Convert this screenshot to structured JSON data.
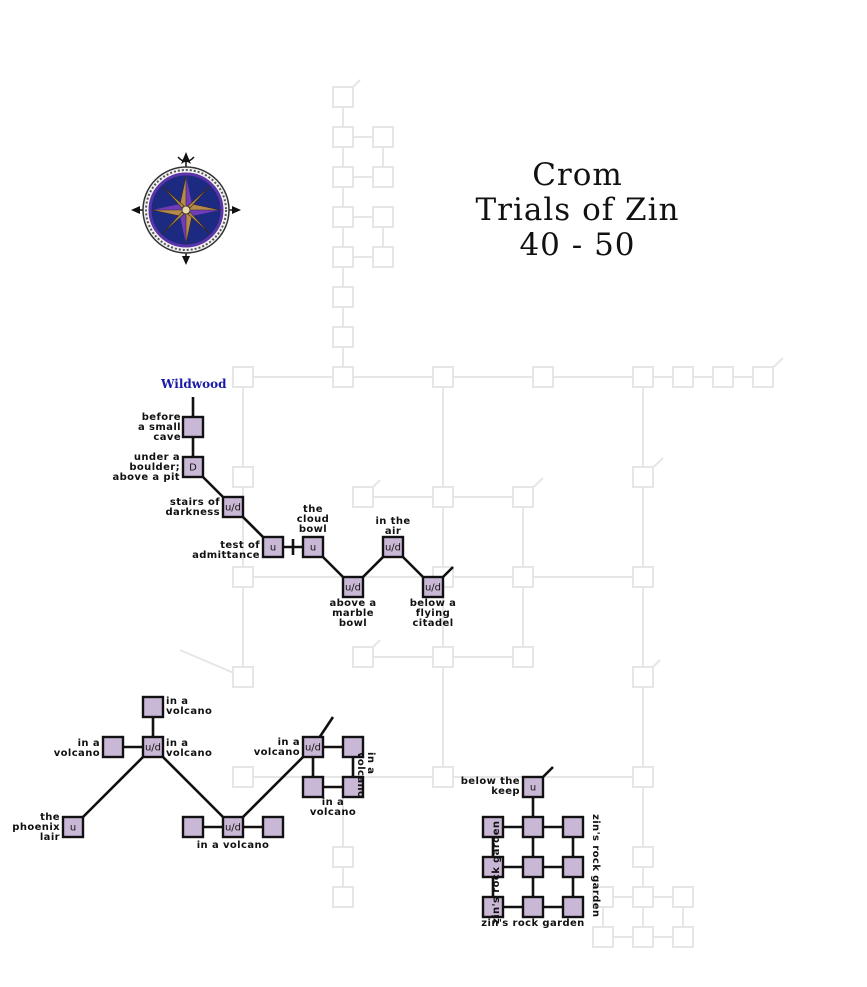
{
  "title": {
    "line1": "Crom",
    "line2": "Trials of Zin",
    "line3": "40 - 50"
  },
  "entry_label": "Wildwood",
  "labels": {
    "before_cave": "before\na small\ncave",
    "under_boulder": "under a\nboulder;\nabove a pit",
    "stairs": "stairs of\ndarkness",
    "test": "test of\nadmittance",
    "cloud_bowl": "the\ncloud\nbowl",
    "in_air": "in the\nair",
    "marble_bowl": "above a\nmarble\nbowl",
    "flying_citadel": "below a\nflying\ncitadel",
    "volcano_top": "in a\nvolcano",
    "volcano_left": "in a\nvolcano",
    "volcano_center": "in a\nvolcano",
    "phoenix": "the\nphoenix\nlair",
    "volcano_bottom": "in a volcano",
    "volcano_right": "in a\nvolcano",
    "volcano_rot": "in a\nvolcano",
    "volcano_under": "in a\nvolcano",
    "below_keep": "below the\nkeep",
    "zin_left": "zin's rock garden",
    "zin_right": "zin's rock garden",
    "zin_bottom": "zin's rock garden"
  },
  "room_marks": {
    "down": "D",
    "up_down": "u/d",
    "up": "u"
  },
  "colors": {
    "room_fill": "#c9b7d6",
    "room_border": "#111111",
    "ghost": "#e6e6e6",
    "entry": "#1a1aa8"
  },
  "compass": {
    "icon": "compass-rose-icon"
  }
}
